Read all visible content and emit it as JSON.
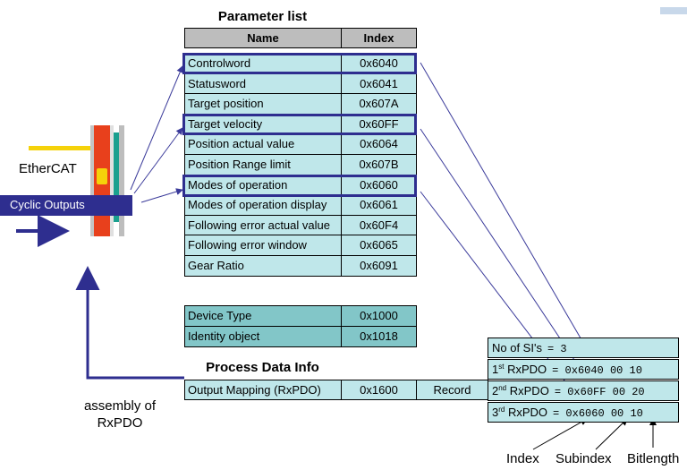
{
  "parameter_list": {
    "title": "Parameter list",
    "col_name": "Name",
    "col_index": "Index",
    "rows": [
      {
        "name": "Controlword",
        "index": "0x6040"
      },
      {
        "name": "Statusword",
        "index": "0x6041"
      },
      {
        "name": "Target position",
        "index": "0x607A"
      },
      {
        "name": "Target velocity",
        "index": "0x60FF"
      },
      {
        "name": "Position actual value",
        "index": "0x6064"
      },
      {
        "name": "Position Range limit",
        "index": "0x607B"
      },
      {
        "name": "Modes of operation",
        "index": "0x6060"
      },
      {
        "name": "Modes of operation display",
        "index": "0x6061"
      },
      {
        "name": "Following error actual value",
        "index": "0x60F4"
      },
      {
        "name": "Following error window",
        "index": "0x6065"
      },
      {
        "name": "Gear Ratio",
        "index": "0x6091"
      }
    ]
  },
  "device_rows": [
    {
      "name": "Device Type",
      "index": "0x1000"
    },
    {
      "name": "Identity object",
      "index": "0x1018"
    }
  ],
  "process_data": {
    "title": "Process Data Info",
    "name": "Output Mapping (RxPDO)",
    "index": "0x1600",
    "type": "Record"
  },
  "subindex_box": {
    "rows": [
      {
        "label": "No of SI's",
        "sup": "",
        "suffix": "",
        "value": "= 3"
      },
      {
        "label": "1",
        "sup": "st",
        "suffix": " RxPDO",
        "value": "= 0x6040 00 10"
      },
      {
        "label": "2",
        "sup": "nd",
        "suffix": " RxPDO",
        "value": "= 0x60FF 00 20"
      },
      {
        "label": "3",
        "sup": "rd",
        "suffix": " RxPDO",
        "value": "= 0x6060 00 10"
      }
    ]
  },
  "labels": {
    "ethercat": "EtherCAT",
    "cyclic_outputs": "Cyclic Outputs",
    "assembly_line1": "assembly of",
    "assembly_line2": "RxPDO",
    "index": "Index",
    "subindex": "Subindex",
    "bitlength": "Bitlength"
  },
  "colors": {
    "highlight_border": "#2e2e8f",
    "row_fill": "#bfe7ea",
    "device_fill": "#82c6c8",
    "header_fill": "#bdbdbd",
    "arrow": "#3a3a9a",
    "cyclic_bar": "#2e2e8f",
    "terminal_red": "#e8401c",
    "terminal_teal": "#1aa08f",
    "terminal_yellow": "#f5d20a"
  }
}
